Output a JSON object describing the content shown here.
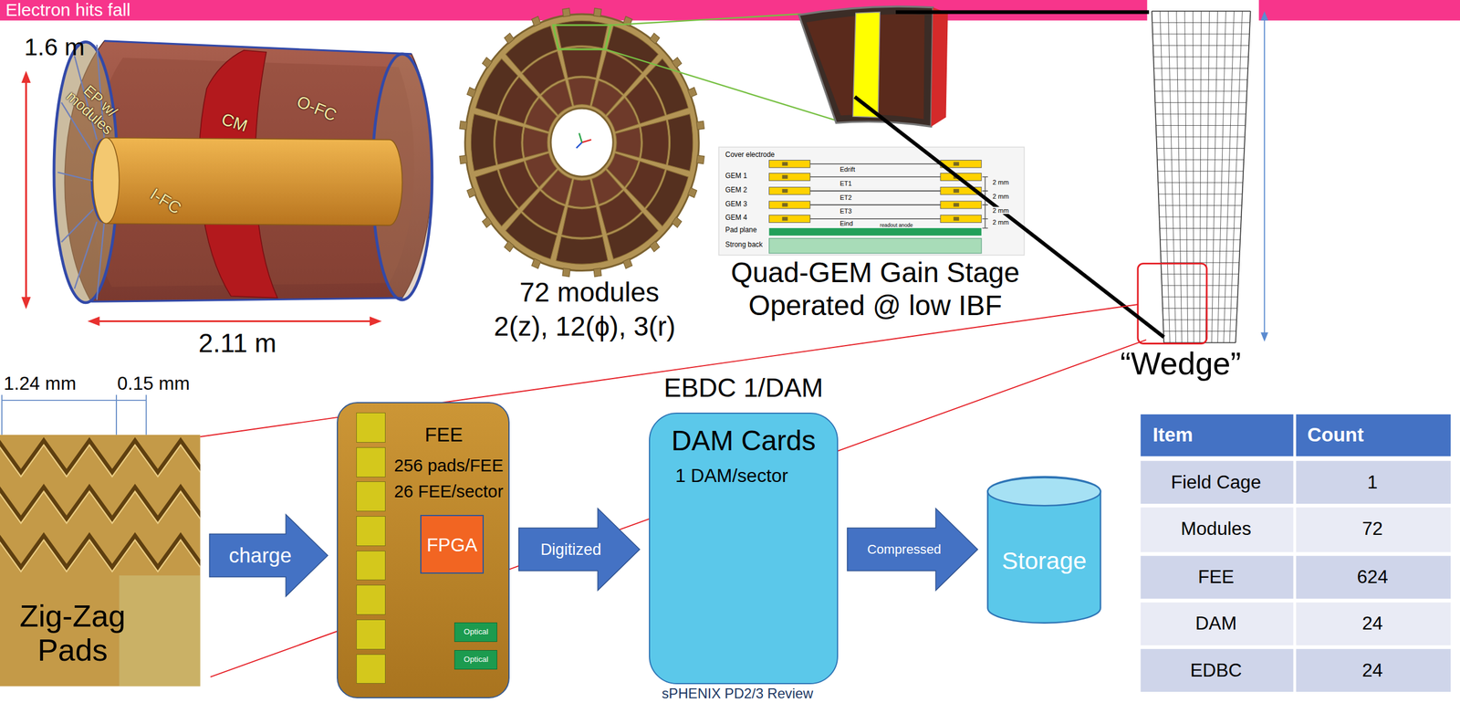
{
  "diagram": {
    "title": "Electron hits fall",
    "nodes": [
      {
        "text": [
          "Zig-Zag Pads"
        ]
      },
      {
        "text": [
          "FEE",
          "256 pads/FEE",
          "26 FEE/sector"
        ]
      },
      {
        "text": [
          "FPGA"
        ],
        "in": 1
      },
      {
        "text": [
          "Optical"
        ],
        "in": 1
      },
      {
        "text": [
          "Optical"
        ],
        "in": 1
      },
      {
        "text": [
          "EBDC 1/DAM",
          "DAM Cards",
          "1 DAM/sector"
        ]
      },
      {
        "text": [
          "Storage"
        ]
      }
    ],
    "edges": [
      {
        "from": 0,
        "to": 1,
        "label": "charge",
        "arrow": "to"
      },
      {
        "from": 1,
        "to": 5,
        "label": "Digitized",
        "arrow": "to"
      },
      {
        "from": 5,
        "to": 6,
        "label": "Compressed",
        "arrow": "to"
      }
    ],
    "labels": [
      "1.6 m",
      "EP w/ modules",
      "CM",
      "O-FC",
      "I-FC",
      "2.11 m",
      "72 modules",
      "2(z), 12(ϕ), 3(r)",
      "Cover electrode",
      "GEM 1",
      "GEM 2",
      "GEM 3",
      "GEM 4",
      "Pad plane",
      "Strong back",
      "Edrift",
      "ET1",
      "ET2",
      "ET3",
      "Eind",
      "readout anode",
      "2 mm",
      "2 mm",
      "2 mm",
      "2 mm",
      "Quad-GEM Gain Stage Operated @ low IBF",
      "“Wedge”",
      "1.24 mm",
      "0.15 mm",
      "Item",
      "Count",
      "Field Cage",
      "1",
      "Modules",
      "72",
      "FEE",
      "624",
      "DAM",
      "24",
      "EDBC",
      "24",
      "sPHENIX PD2/3 Review"
    ]
  }
}
